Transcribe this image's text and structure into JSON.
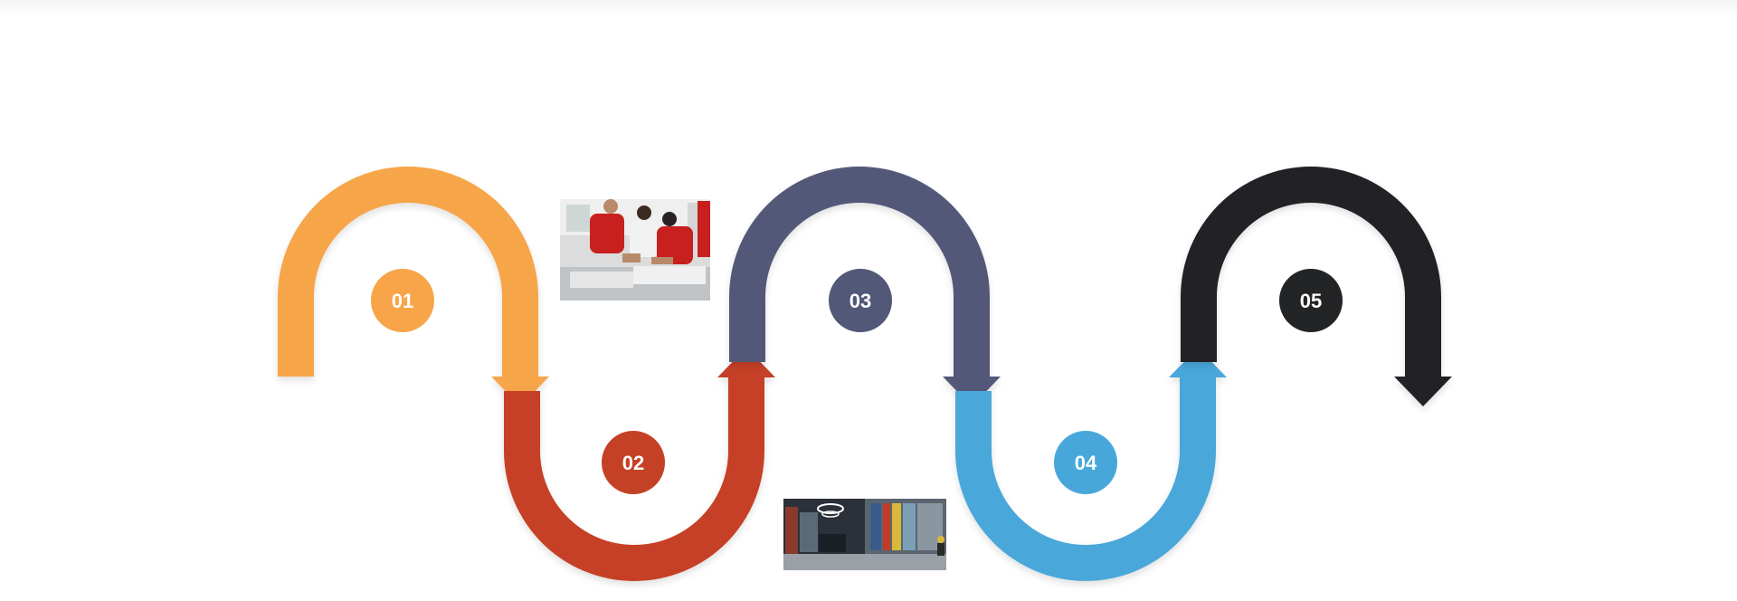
{
  "steps": [
    {
      "label": "01",
      "color": "#F7A548",
      "direction": "up"
    },
    {
      "label": "02",
      "color": "#C54125",
      "direction": "down"
    },
    {
      "label": "03",
      "color": "#525878",
      "direction": "up"
    },
    {
      "label": "04",
      "color": "#48A7DA",
      "direction": "down"
    },
    {
      "label": "05",
      "color": "#222426",
      "direction": "up"
    }
  ],
  "photos": [
    {
      "name": "workshop-photo",
      "description_icon": "photo-icon"
    },
    {
      "name": "showroom-photo",
      "description_icon": "photo-icon"
    }
  ]
}
